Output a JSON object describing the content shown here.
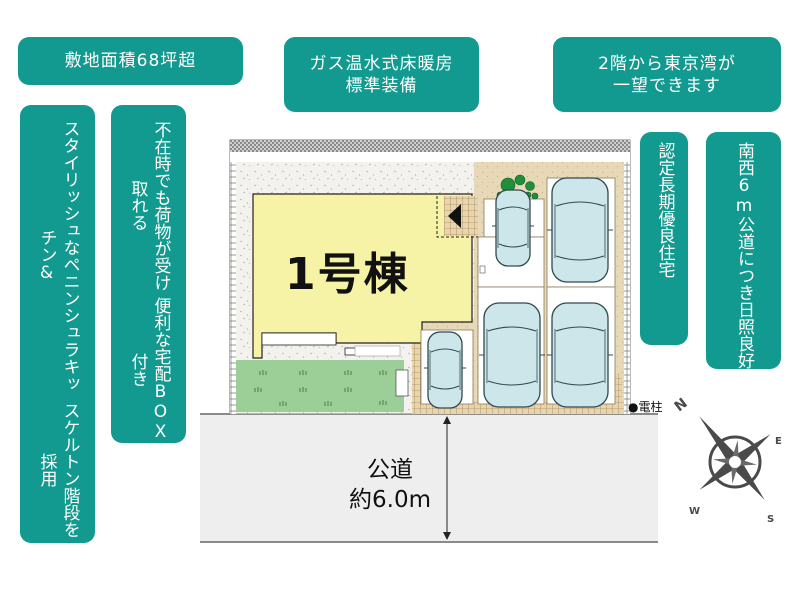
{
  "badges": {
    "site_area": {
      "lines": [
        "敷地面積68坪超"
      ]
    },
    "floor_heating": {
      "lines": [
        "ガス温水式床暖房",
        "標準装備"
      ]
    },
    "bay_view": {
      "lines": [
        "2階から東京湾が",
        "一望できます"
      ]
    },
    "kitchen": {
      "lines": [
        "スタイリッシュなペニンシュラキッチン&",
        "スケルトン階段を採用"
      ]
    },
    "delivery_box": {
      "lines": [
        "不在時でも荷物が受け取れる",
        "便利な宅配BOX付き"
      ]
    },
    "certified": {
      "lines": [
        "認定長期優良住宅"
      ]
    },
    "sunlight": {
      "lines": [
        "南西6m公道につき",
        "日照良好"
      ]
    }
  },
  "plan": {
    "building_label": "1号棟",
    "road_label_line1": "公道",
    "road_label_line2": "約6.0m",
    "utility_pole_label": "●電柱",
    "parking_spaces": 5,
    "compass": {
      "n": "N",
      "e": "E",
      "s": "S",
      "w": "W"
    }
  },
  "colors": {
    "badge": "#139a90",
    "building": "#f7f3a6",
    "lawn": "#9ccf97",
    "gravel": "#f4f2ee",
    "paving": "#e7d8b8",
    "car": "#cde6ea",
    "road": "#eeeeee",
    "compass": "#4a4a4a"
  }
}
